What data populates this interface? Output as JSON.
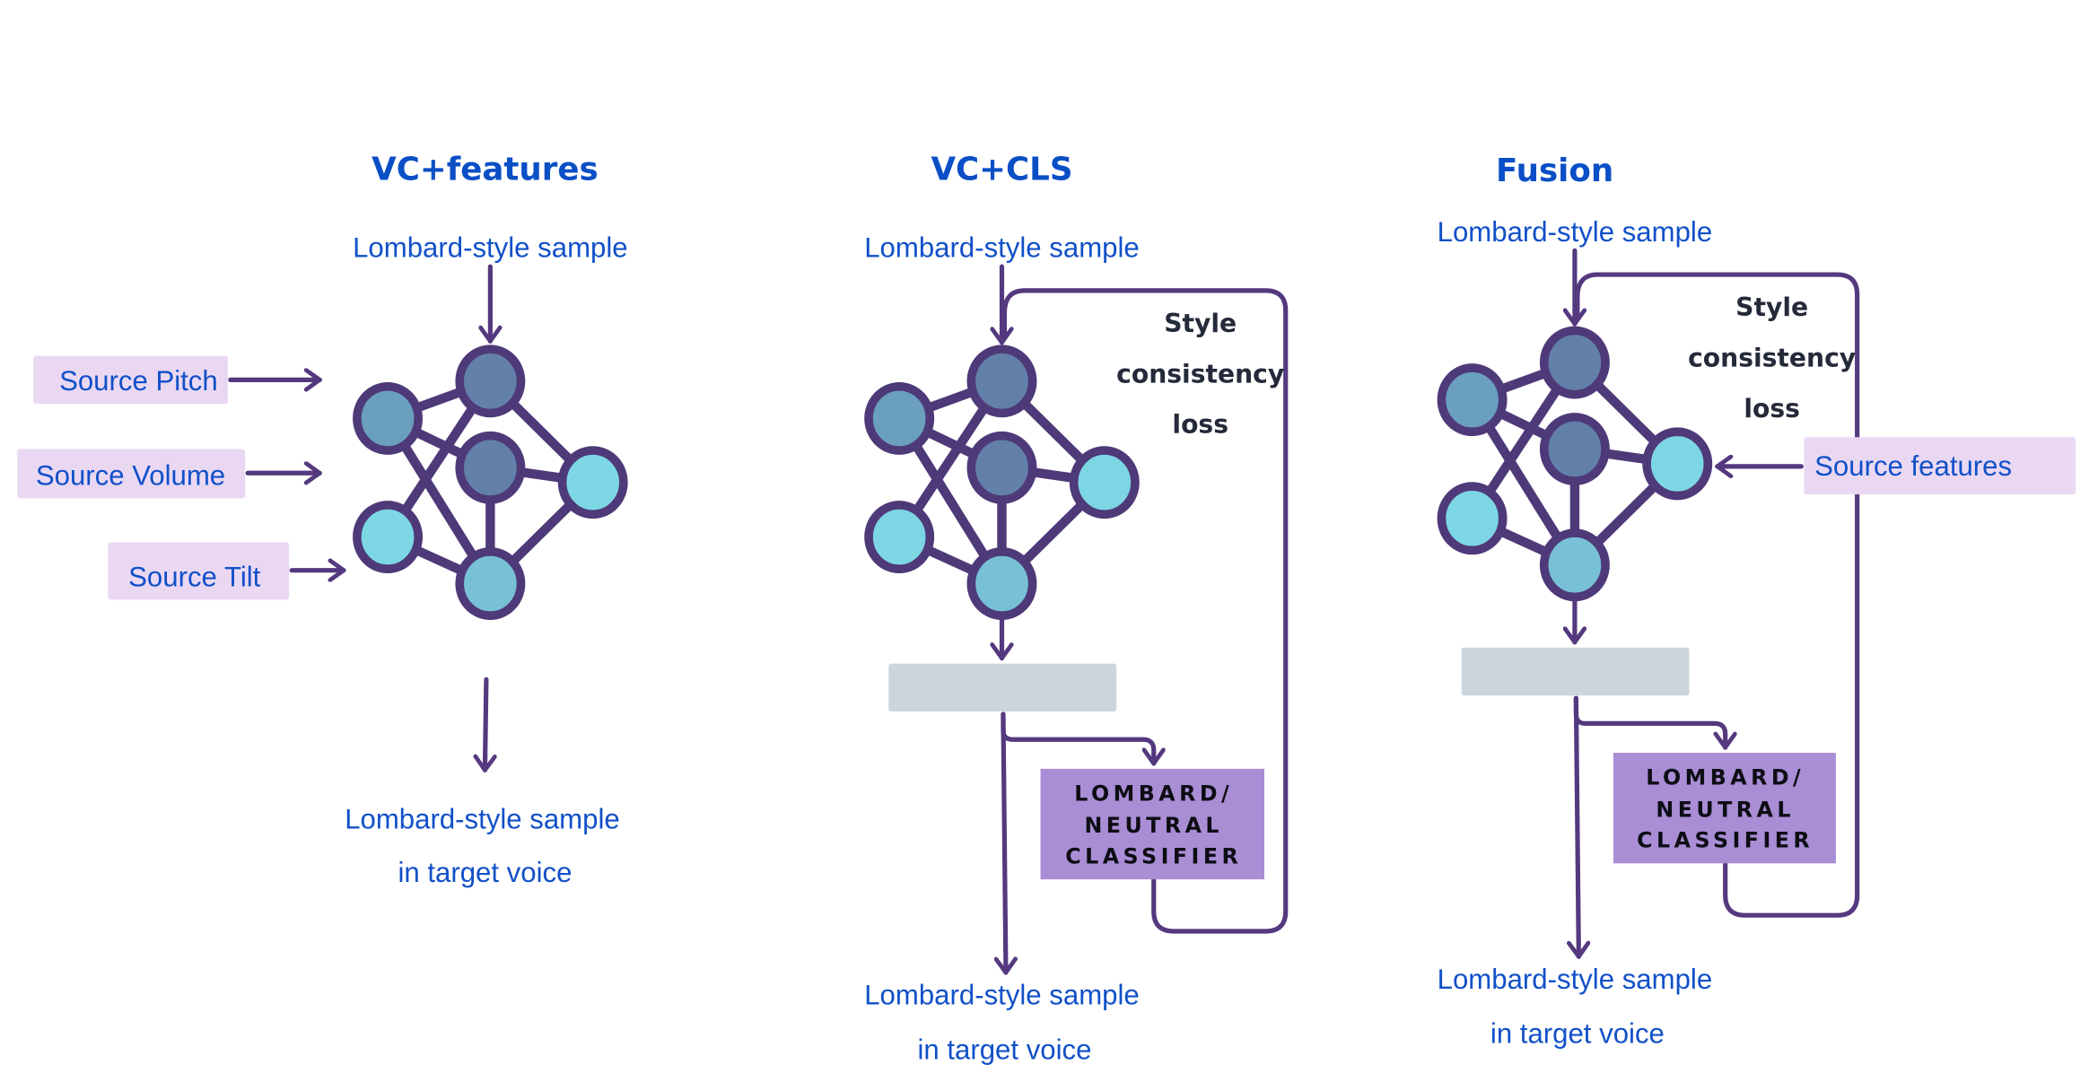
{
  "colors": {
    "title": "#0a4fc6",
    "label": "#1150c8",
    "arrow": "#54397f",
    "node_stroke": "#4e3a78",
    "node_dark": "#6381a8",
    "node_mid": "#6a9fbe",
    "node_light": "#7dd6e4",
    "node_bottom": "#78c0d6",
    "feature_box": "#ead8f3",
    "grey_box": "#cbd6dc",
    "classifier_box": "#a98ed6"
  },
  "panels": [
    {
      "title": "VC+features",
      "input_label": "Lombard-style sample",
      "feature_inputs": [
        "Source Pitch",
        "Source Volume",
        "Source Tilt"
      ],
      "output_label_line1": "Lombard-style sample",
      "output_label_line2": "in target voice"
    },
    {
      "title": "VC+CLS",
      "input_label": "Lombard-style sample",
      "loss_label": [
        "Style",
        "consistency",
        "loss"
      ],
      "classifier_label": [
        "LOMBARD/",
        "NEUTRAL",
        "CLASSIFIER"
      ],
      "output_label_line1": "Lombard-style sample",
      "output_label_line2": "in target voice"
    },
    {
      "title": "Fusion",
      "input_label": "Lombard-style sample",
      "loss_label": [
        "Style",
        "consistency",
        "loss"
      ],
      "feature_input": "Source features",
      "classifier_label": [
        "LOMBARD/",
        "NEUTRAL",
        "CLASSIFIER"
      ],
      "output_label_line1": "Lombard-style sample",
      "output_label_line2": "in target voice"
    }
  ]
}
